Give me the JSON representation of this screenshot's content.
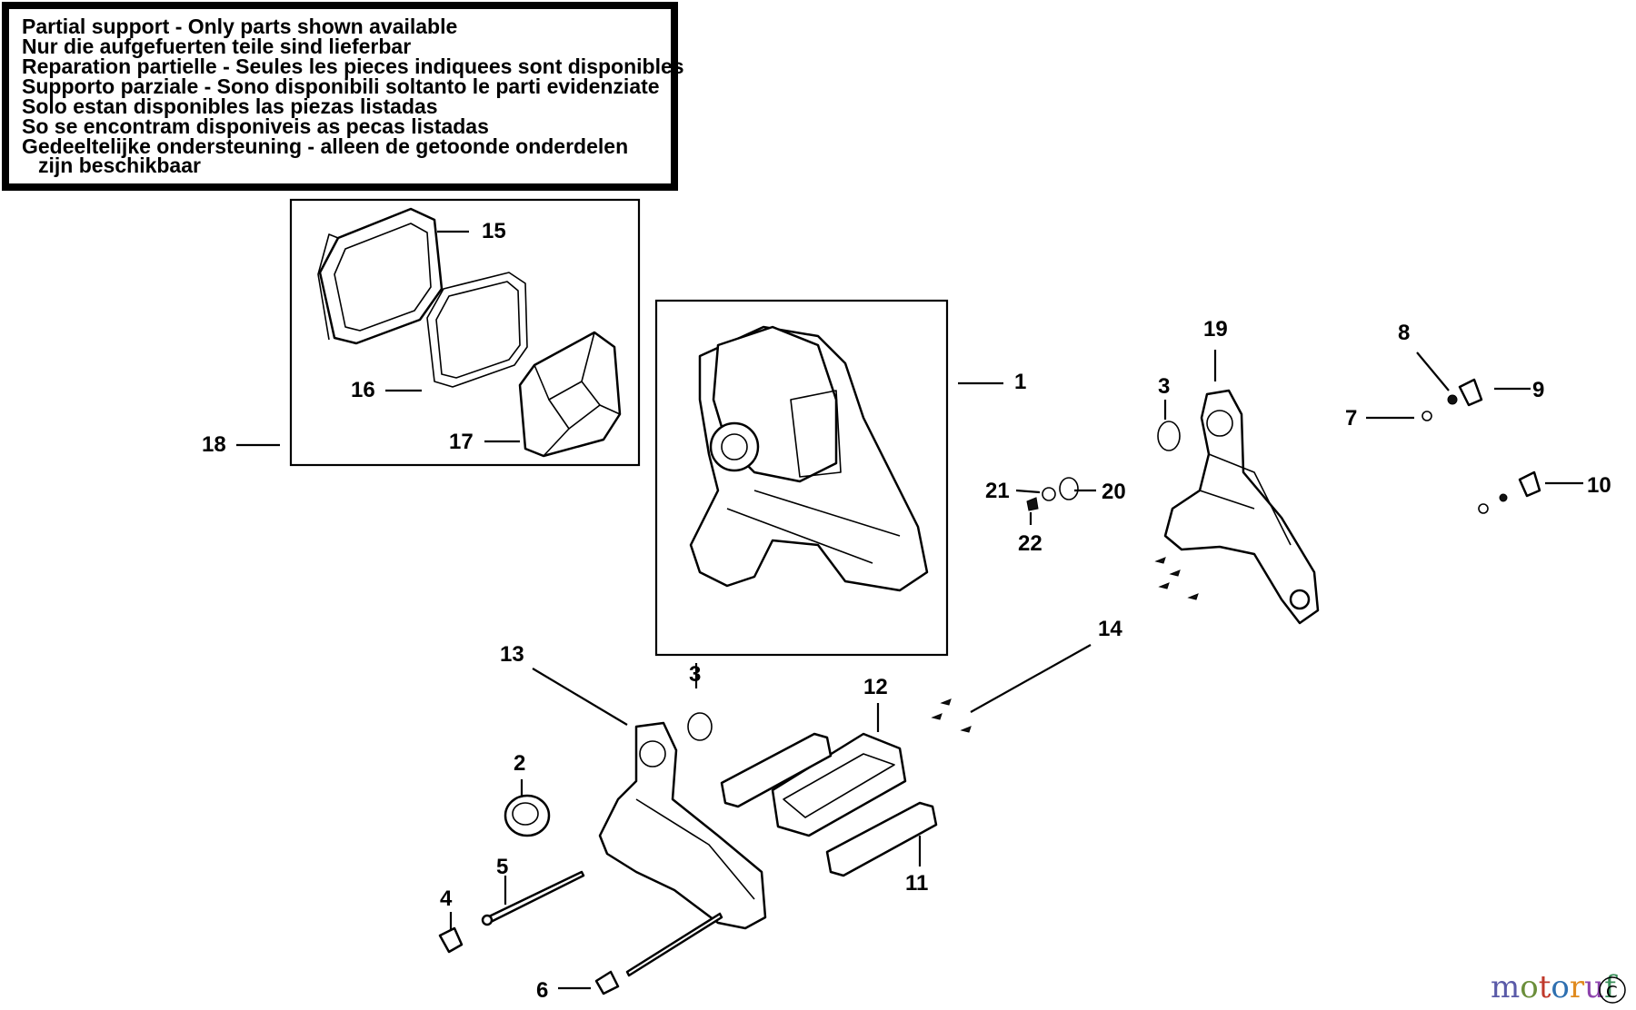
{
  "notice": {
    "lines": [
      "Partial support - Only parts shown available",
      "Nur die aufgefuerten teile sind lieferbar",
      "Reparation partielle - Seules les pieces indiquees sont disponibles",
      "Supporto parziale - Sono disponibili soltanto le parti evidenziate",
      "Solo estan disponibles las piezas listadas",
      "So se encontram disponiveis as pecas listadas",
      "Gedeeltelijke ondersteuning - alleen de getoonde onderdelen",
      "zijn beschikbaar"
    ]
  },
  "callouts": {
    "c1": "1",
    "c2": "2",
    "c3a": "3",
    "c3b": "3",
    "c4": "4",
    "c5": "5",
    "c6": "6",
    "c7": "7",
    "c8": "8",
    "c9": "9",
    "c10": "10",
    "c11": "11",
    "c12": "12",
    "c13": "13",
    "c14": "14",
    "c15": "15",
    "c16": "16",
    "c17": "17",
    "c18": "18",
    "c19": "19",
    "c20": "20",
    "c21": "21",
    "c22": "22"
  },
  "watermark": {
    "text": "motoruf",
    "colors": [
      "#5a5aa8",
      "#6b8e3a",
      "#c0392b",
      "#2e6fb0",
      "#e08a1e",
      "#8e44ad",
      "#3a8e5a"
    ]
  }
}
